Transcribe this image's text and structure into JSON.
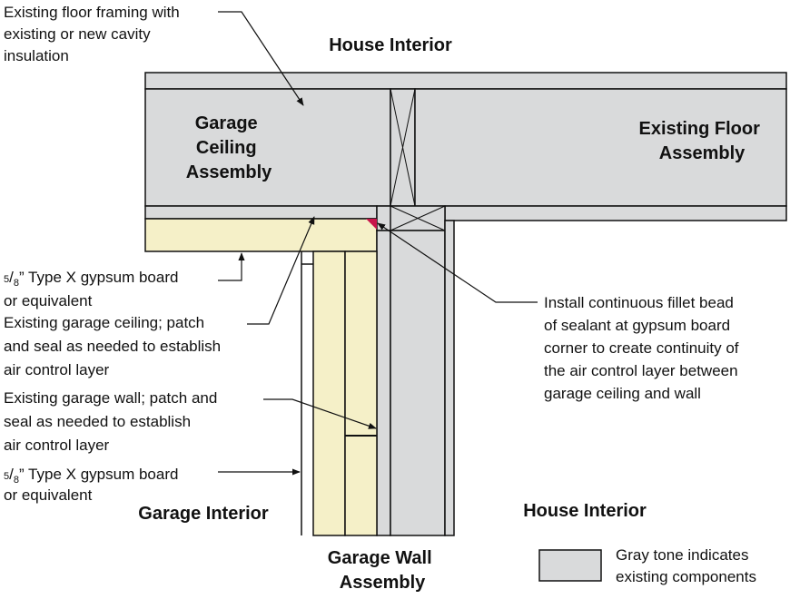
{
  "colors": {
    "existing_gray": "#d9dadb",
    "insulation_yellow": "#f5f0c8",
    "sealant_red": "#c8144b",
    "outline": "#111111",
    "background": "#ffffff"
  },
  "regions": {
    "house_interior_top": "House Interior",
    "house_interior_bottom": "House Interior",
    "garage_interior": "Garage Interior",
    "garage_ceiling_assembly": [
      "Garage",
      "Ceiling",
      "Assembly"
    ],
    "existing_floor_assembly": [
      "Existing Floor",
      "Assembly"
    ],
    "garage_wall_assembly": [
      "Garage Wall",
      "Assembly"
    ]
  },
  "callouts": {
    "floor_framing": [
      "Existing floor framing with",
      "existing or new cavity",
      "insulation"
    ],
    "gypsum_top": {
      "fraction_num": "5",
      "fraction_den": "8",
      "line1_rest": "” Type X gypsum board",
      "line2": "or equivalent"
    },
    "garage_ceiling": [
      "Existing garage ceiling; patch",
      "and seal as needed to establish",
      "air control layer"
    ],
    "garage_wall": [
      "Existing garage wall; patch and",
      "seal as needed to establish",
      "air control layer"
    ],
    "gypsum_bottom": {
      "fraction_num": "5",
      "fraction_den": "8",
      "line1_rest": "” Type X gypsum board",
      "line2": "or equivalent"
    },
    "fillet_bead": [
      "Install continuous fillet bead",
      "of sealant at gypsum board",
      "corner to create continuity of",
      "the air control layer between",
      "garage ceiling and wall"
    ]
  },
  "legend": {
    "text": [
      "Gray tone indicates",
      "existing components"
    ]
  }
}
